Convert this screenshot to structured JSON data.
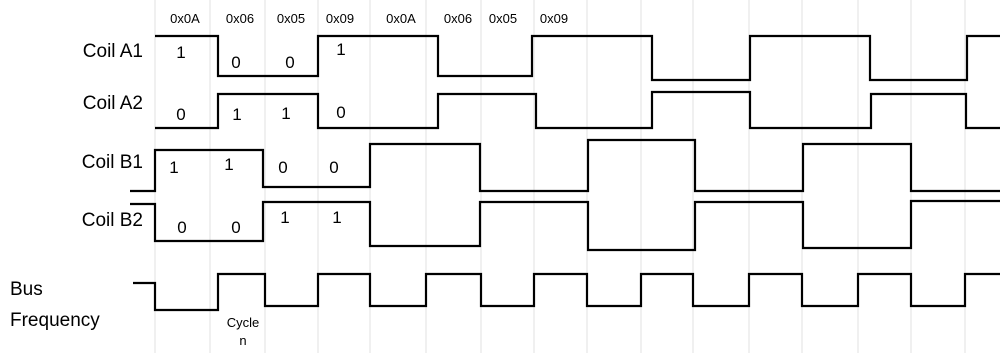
{
  "hex_codes": [
    "0x0A",
    "0x06",
    "0x05",
    "0x09",
    "0x0A",
    "0x06",
    "0x05",
    "0x09"
  ],
  "signals": [
    {
      "name": "Coil A1",
      "digits": [
        "1",
        "0",
        "0",
        "1"
      ]
    },
    {
      "name": "Coil A2",
      "digits": [
        "0",
        "1",
        "1",
        "0"
      ]
    },
    {
      "name": "Coil B1",
      "digits": [
        "1",
        "1",
        "0",
        "0"
      ]
    },
    {
      "name": "Coil B2",
      "digits": [
        "0",
        "0",
        "1",
        "1"
      ]
    }
  ],
  "bus": {
    "label_line1": "Bus",
    "label_line2": "Frequency",
    "cycle_line1": "Cycle",
    "cycle_line2": "n"
  }
}
